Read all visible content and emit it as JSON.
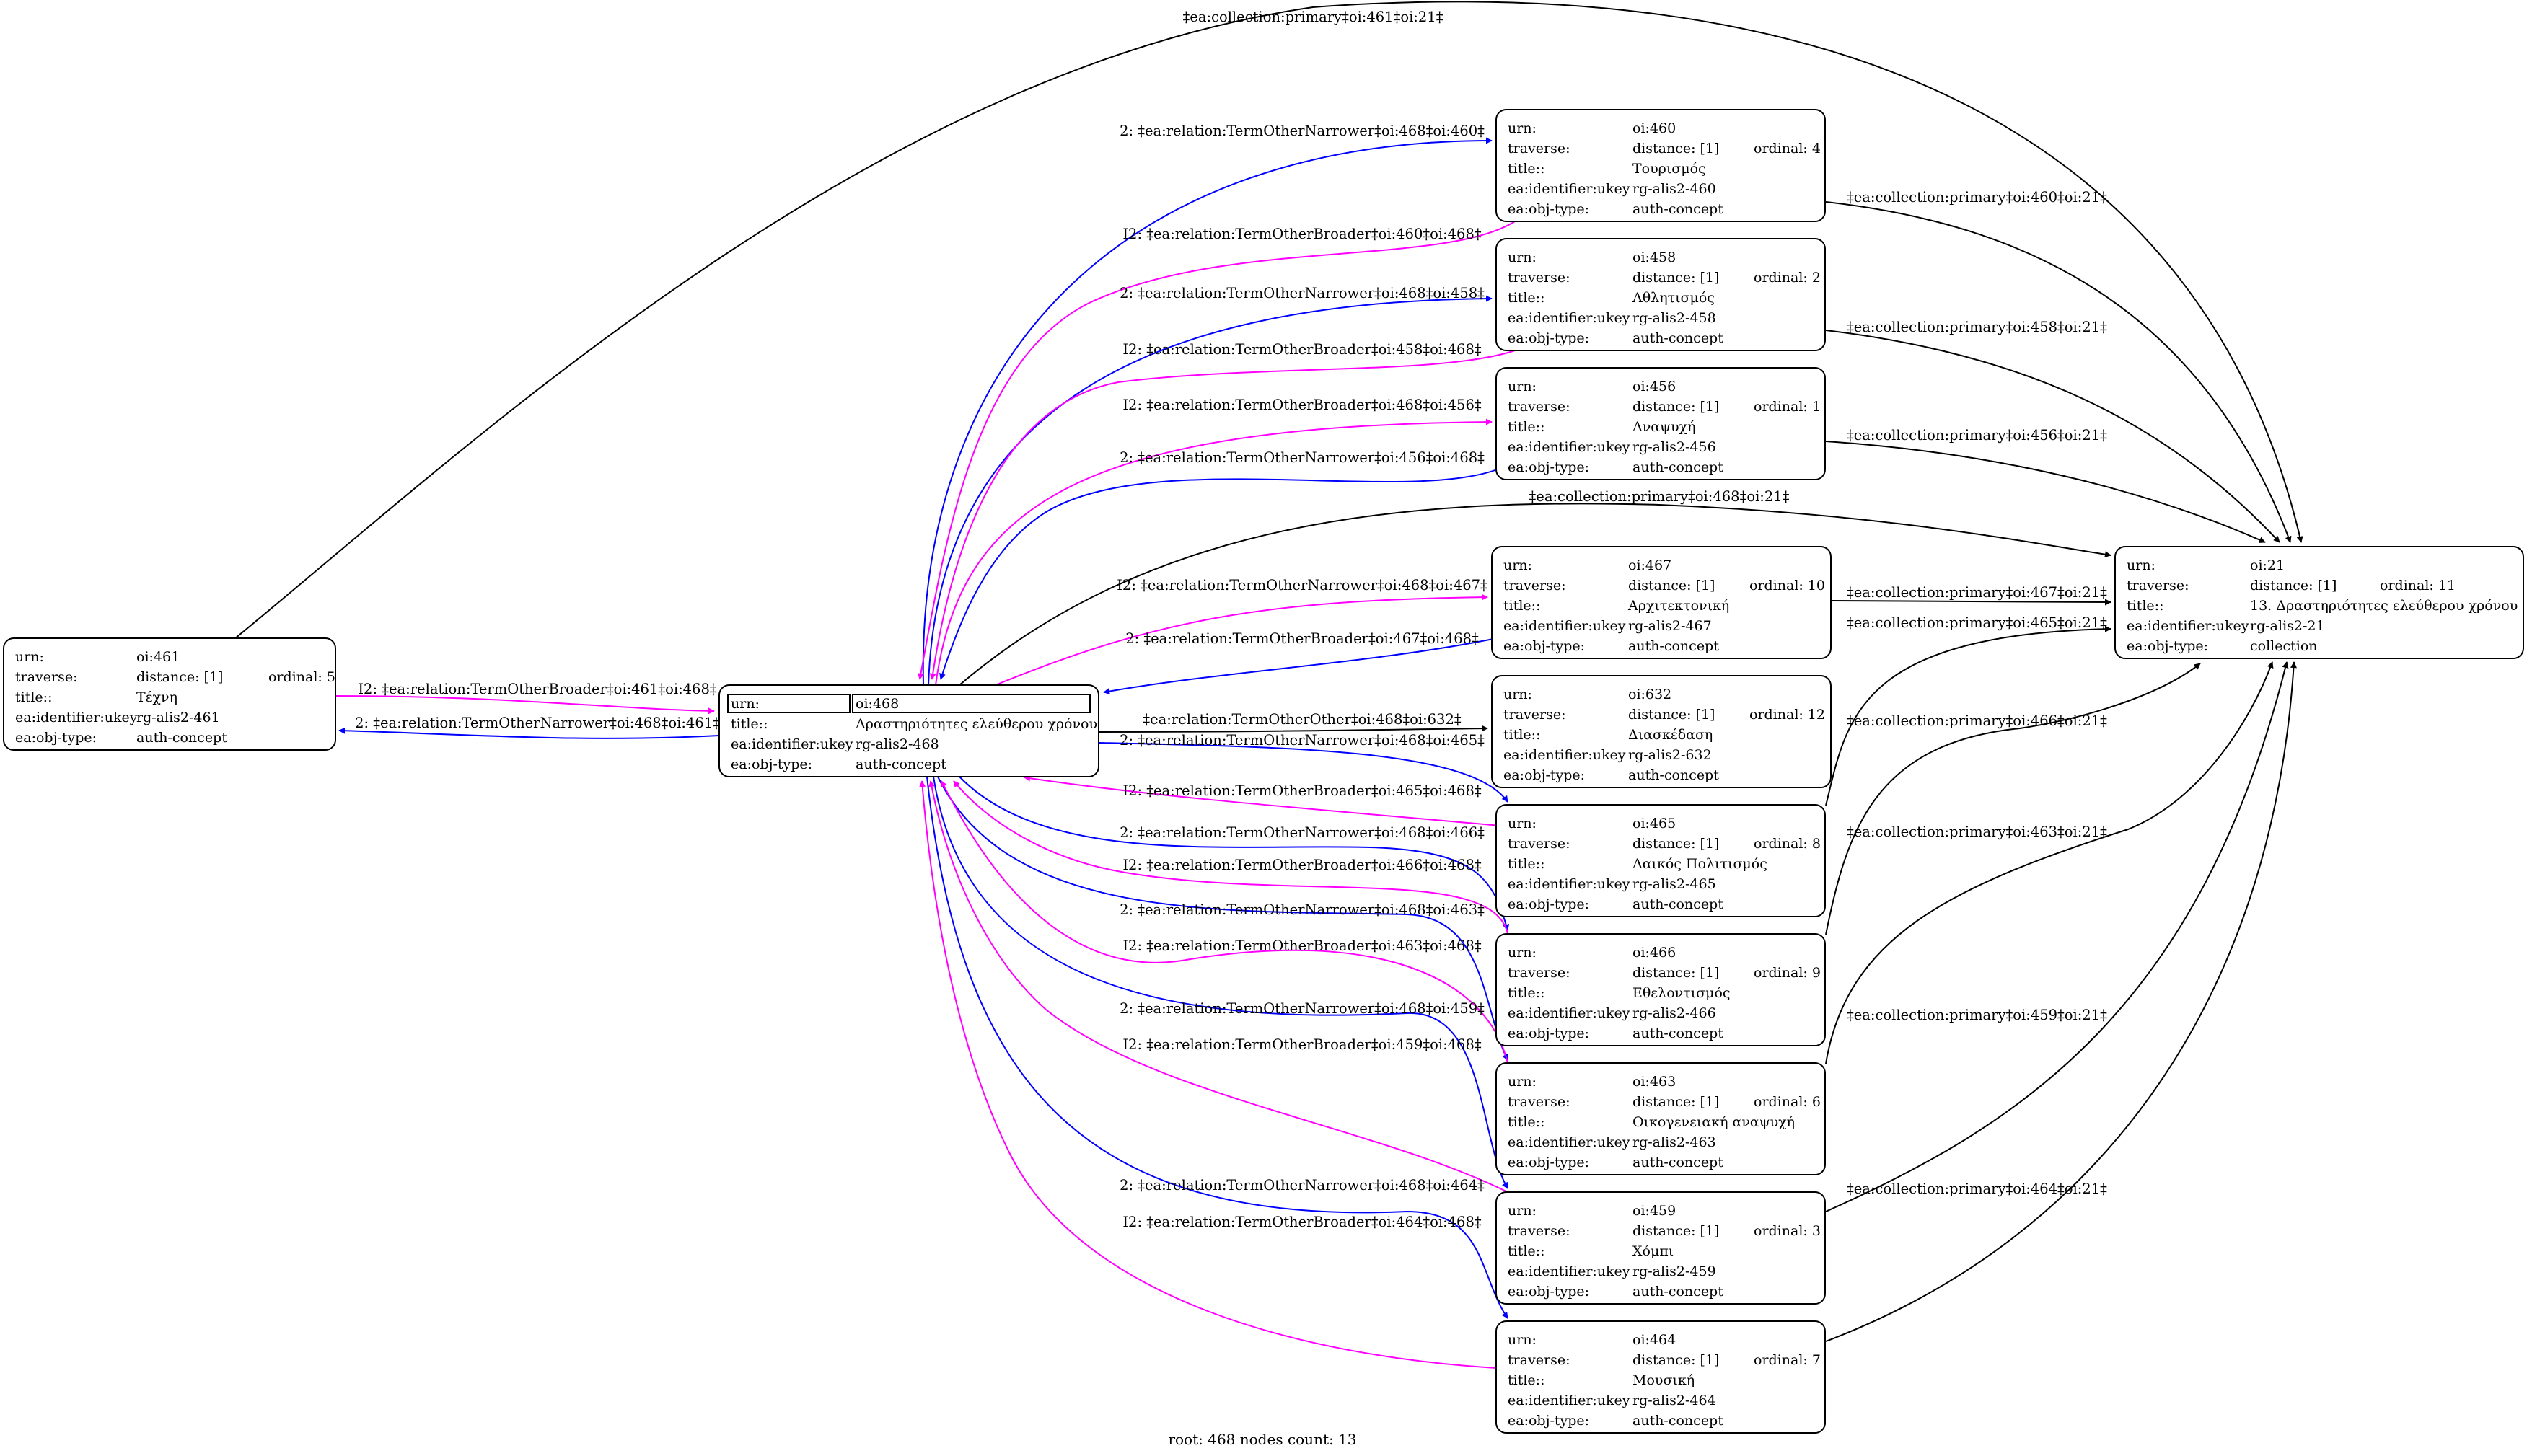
{
  "colors": {
    "black": "#000000",
    "blue": "#0000ff",
    "magenta": "#ff00ff",
    "highlight": "#00ff00"
  },
  "footer": "root: 468 nodes count: 13",
  "nodes": [
    {
      "id": "n461",
      "rows": [
        [
          "urn:",
          "oi:461",
          ""
        ],
        [
          "traverse:",
          "distance: [1]",
          "ordinal: 5"
        ],
        [
          "title::",
          "Τέχνη",
          ""
        ],
        [
          "ea:identifier:ukey",
          "rg-alis2-461",
          ""
        ],
        [
          "ea:obj-type:",
          "auth-concept",
          ""
        ]
      ]
    },
    {
      "id": "n468",
      "rows": [
        [
          "urn:",
          "oi:468",
          ""
        ],
        [
          "title::",
          "Δραστηριότητες ελεύθερου χρόνου",
          ""
        ],
        [
          "ea:identifier:ukey",
          "rg-alis2-468",
          ""
        ],
        [
          "ea:obj-type:",
          "auth-concept",
          ""
        ]
      ]
    },
    {
      "id": "n460",
      "rows": [
        [
          "urn:",
          "oi:460",
          ""
        ],
        [
          "traverse:",
          "distance: [1]",
          "ordinal: 4"
        ],
        [
          "title::",
          "Τουρισμός",
          ""
        ],
        [
          "ea:identifier:ukey",
          "rg-alis2-460",
          ""
        ],
        [
          "ea:obj-type:",
          "auth-concept",
          ""
        ]
      ]
    },
    {
      "id": "n458",
      "rows": [
        [
          "urn:",
          "oi:458",
          ""
        ],
        [
          "traverse:",
          "distance: [1]",
          "ordinal: 2"
        ],
        [
          "title::",
          "Αθλητισμός",
          ""
        ],
        [
          "ea:identifier:ukey",
          "rg-alis2-458",
          ""
        ],
        [
          "ea:obj-type:",
          "auth-concept",
          ""
        ]
      ]
    },
    {
      "id": "n456",
      "rows": [
        [
          "urn:",
          "oi:456",
          ""
        ],
        [
          "traverse:",
          "distance: [1]",
          "ordinal: 1"
        ],
        [
          "title::",
          "Αναψυχή",
          ""
        ],
        [
          "ea:identifier:ukey",
          "rg-alis2-456",
          ""
        ],
        [
          "ea:obj-type:",
          "auth-concept",
          ""
        ]
      ]
    },
    {
      "id": "n467",
      "rows": [
        [
          "urn:",
          "oi:467",
          ""
        ],
        [
          "traverse:",
          "distance: [1]",
          "ordinal: 10"
        ],
        [
          "title::",
          "Αρχιτεκτονική",
          ""
        ],
        [
          "ea:identifier:ukey",
          "rg-alis2-467",
          ""
        ],
        [
          "ea:obj-type:",
          "auth-concept",
          ""
        ]
      ]
    },
    {
      "id": "n632",
      "rows": [
        [
          "urn:",
          "oi:632",
          ""
        ],
        [
          "traverse:",
          "distance: [1]",
          "ordinal: 12"
        ],
        [
          "title::",
          "Διασκέδαση",
          ""
        ],
        [
          "ea:identifier:ukey",
          "rg-alis2-632",
          ""
        ],
        [
          "ea:obj-type:",
          "auth-concept",
          ""
        ]
      ]
    },
    {
      "id": "n465",
      "rows": [
        [
          "urn:",
          "oi:465",
          ""
        ],
        [
          "traverse:",
          "distance: [1]",
          "ordinal: 8"
        ],
        [
          "title::",
          "Λαικός Πολιτισμός",
          ""
        ],
        [
          "ea:identifier:ukey",
          "rg-alis2-465",
          ""
        ],
        [
          "ea:obj-type:",
          "auth-concept",
          ""
        ]
      ]
    },
    {
      "id": "n466",
      "rows": [
        [
          "urn:",
          "oi:466",
          ""
        ],
        [
          "traverse:",
          "distance: [1]",
          "ordinal: 9"
        ],
        [
          "title::",
          "Εθελοντισμός",
          ""
        ],
        [
          "ea:identifier:ukey",
          "rg-alis2-466",
          ""
        ],
        [
          "ea:obj-type:",
          "auth-concept",
          ""
        ]
      ]
    },
    {
      "id": "n463",
      "rows": [
        [
          "urn:",
          "oi:463",
          ""
        ],
        [
          "traverse:",
          "distance: [1]",
          "ordinal: 6"
        ],
        [
          "title::",
          "Οικογενειακή αναψυχή",
          ""
        ],
        [
          "ea:identifier:ukey",
          "rg-alis2-463",
          ""
        ],
        [
          "ea:obj-type:",
          "auth-concept",
          ""
        ]
      ]
    },
    {
      "id": "n459",
      "rows": [
        [
          "urn:",
          "oi:459",
          ""
        ],
        [
          "traverse:",
          "distance: [1]",
          "ordinal: 3"
        ],
        [
          "title::",
          "Χόμπι",
          ""
        ],
        [
          "ea:identifier:ukey",
          "rg-alis2-459",
          ""
        ],
        [
          "ea:obj-type:",
          "auth-concept",
          ""
        ]
      ]
    },
    {
      "id": "n464",
      "rows": [
        [
          "urn:",
          "oi:464",
          ""
        ],
        [
          "traverse:",
          "distance: [1]",
          "ordinal: 7"
        ],
        [
          "title::",
          "Μουσική",
          ""
        ],
        [
          "ea:identifier:ukey",
          "rg-alis2-464",
          ""
        ],
        [
          "ea:obj-type:",
          "auth-concept",
          ""
        ]
      ]
    },
    {
      "id": "n21",
      "rows": [
        [
          "urn:",
          "oi:21",
          ""
        ],
        [
          "traverse:",
          "distance: [1]",
          "ordinal: 11"
        ],
        [
          "title::",
          "13. Δραστηριότητες ελεύθερου χρόνου",
          ""
        ],
        [
          "ea:identifier:ukey",
          "rg-alis2-21",
          ""
        ],
        [
          "ea:obj-type:",
          "collection",
          ""
        ]
      ]
    }
  ],
  "edges": [
    {
      "id": "e1",
      "label": "‡ea:collection:primary‡oi:461‡oi:21‡",
      "color": "black"
    },
    {
      "id": "e2",
      "label": "I2: ‡ea:relation:TermOtherBroader‡oi:461‡oi:468‡",
      "color": "magenta"
    },
    {
      "id": "e3",
      "label": "2: ‡ea:relation:TermOtherNarrower‡oi:468‡oi:461‡",
      "color": "blue"
    },
    {
      "id": "e4",
      "label": "2: ‡ea:relation:TermOtherNarrower‡oi:468‡oi:460‡",
      "color": "blue"
    },
    {
      "id": "e5",
      "label": "I2: ‡ea:relation:TermOtherBroader‡oi:460‡oi:468‡",
      "color": "magenta"
    },
    {
      "id": "e6",
      "label": "2: ‡ea:relation:TermOtherNarrower‡oi:468‡oi:458‡",
      "color": "blue"
    },
    {
      "id": "e7",
      "label": "I2: ‡ea:relation:TermOtherBroader‡oi:458‡oi:468‡",
      "color": "magenta"
    },
    {
      "id": "e8",
      "label": "I2: ‡ea:relation:TermOtherBroader‡oi:468‡oi:456‡",
      "color": "magenta"
    },
    {
      "id": "e9",
      "label": "2: ‡ea:relation:TermOtherNarrower‡oi:456‡oi:468‡",
      "color": "blue"
    },
    {
      "id": "e10",
      "label": "‡ea:collection:primary‡oi:468‡oi:21‡",
      "color": "black"
    },
    {
      "id": "e11",
      "label": "I2: ‡ea:relation:TermOtherNarrower‡oi:468‡oi:467‡",
      "color": "magenta"
    },
    {
      "id": "e12",
      "label": "2: ‡ea:relation:TermOtherBroader‡oi:467‡oi:468‡",
      "color": "blue"
    },
    {
      "id": "e13",
      "label": "‡ea:relation:TermOtherOther‡oi:468‡oi:632‡",
      "color": "black"
    },
    {
      "id": "e14",
      "label": "2: ‡ea:relation:TermOtherNarrower‡oi:468‡oi:465‡",
      "color": "blue"
    },
    {
      "id": "e15",
      "label": "I2: ‡ea:relation:TermOtherBroader‡oi:465‡oi:468‡",
      "color": "magenta"
    },
    {
      "id": "e16",
      "label": "2: ‡ea:relation:TermOtherNarrower‡oi:468‡oi:466‡",
      "color": "blue"
    },
    {
      "id": "e17",
      "label": "I2: ‡ea:relation:TermOtherBroader‡oi:466‡oi:468‡",
      "color": "magenta"
    },
    {
      "id": "e18",
      "label": "2: ‡ea:relation:TermOtherNarrower‡oi:468‡oi:463‡",
      "color": "blue"
    },
    {
      "id": "e19",
      "label": "I2: ‡ea:relation:TermOtherBroader‡oi:463‡oi:468‡",
      "color": "magenta"
    },
    {
      "id": "e20",
      "label": "2: ‡ea:relation:TermOtherNarrower‡oi:468‡oi:459‡",
      "color": "blue"
    },
    {
      "id": "e21",
      "label": "I2: ‡ea:relation:TermOtherBroader‡oi:459‡oi:468‡",
      "color": "magenta"
    },
    {
      "id": "e22",
      "label": "2: ‡ea:relation:TermOtherNarrower‡oi:468‡oi:464‡",
      "color": "blue"
    },
    {
      "id": "e23",
      "label": "I2: ‡ea:relation:TermOtherBroader‡oi:464‡oi:468‡",
      "color": "magenta"
    },
    {
      "id": "e24",
      "label": "‡ea:collection:primary‡oi:460‡oi:21‡",
      "color": "black"
    },
    {
      "id": "e25",
      "label": "‡ea:collection:primary‡oi:458‡oi:21‡",
      "color": "black"
    },
    {
      "id": "e26",
      "label": "‡ea:collection:primary‡oi:456‡oi:21‡",
      "color": "black"
    },
    {
      "id": "e27",
      "label": "‡ea:collection:primary‡oi:467‡oi:21‡",
      "color": "black"
    },
    {
      "id": "e28",
      "label": "‡ea:collection:primary‡oi:465‡oi:21‡",
      "color": "black"
    },
    {
      "id": "e29",
      "label": "‡ea:collection:primary‡oi:466‡oi:21‡",
      "color": "black"
    },
    {
      "id": "e30",
      "label": "‡ea:collection:primary‡oi:463‡oi:21‡",
      "color": "black"
    },
    {
      "id": "e31",
      "label": "‡ea:collection:primary‡oi:459‡oi:21‡",
      "color": "black"
    },
    {
      "id": "e32",
      "label": "‡ea:collection:primary‡oi:464‡oi:21‡",
      "color": "black"
    }
  ]
}
